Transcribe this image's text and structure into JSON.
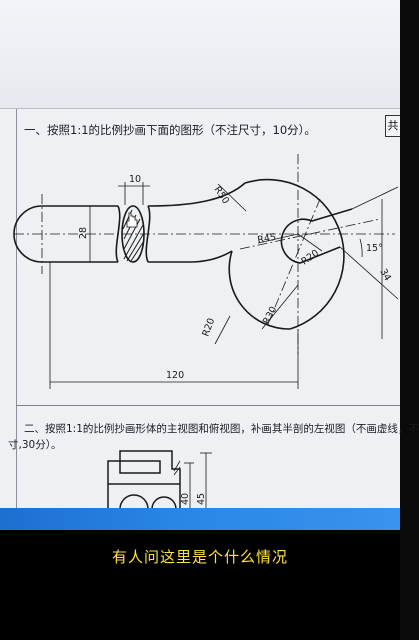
{
  "question1": {
    "title": "一、按照1:1的比例抄画下面的图形（不注尺寸，10分）。",
    "corner_tag": "共"
  },
  "drawing1": {
    "dimensions": {
      "width_10": "10",
      "dia_28": "28",
      "r50": "R50",
      "r45": "R45",
      "r20_inner": "R20",
      "r20_fillet": "R20",
      "r30": "R30",
      "angle_15": "15°",
      "len_34": "34",
      "len_120": "120"
    }
  },
  "question2": {
    "line1": "二、按照1:1的比例抄画形体的主视图和俯视图，补画其半剖的左视图（不画虚线，不",
    "line2": "寸,30分）。"
  },
  "drawing2": {
    "dimensions": {
      "h40": "40",
      "h45": "45"
    }
  },
  "caption": {
    "text": "有人问这里是个什么情况"
  },
  "colors": {
    "line": "#1a1a1a",
    "paper": "#eef0f4",
    "taskbar": "#2a86e6",
    "caption": "#ffe23a"
  },
  "icons": {
    "cursor": "hand-pointer-icon"
  }
}
